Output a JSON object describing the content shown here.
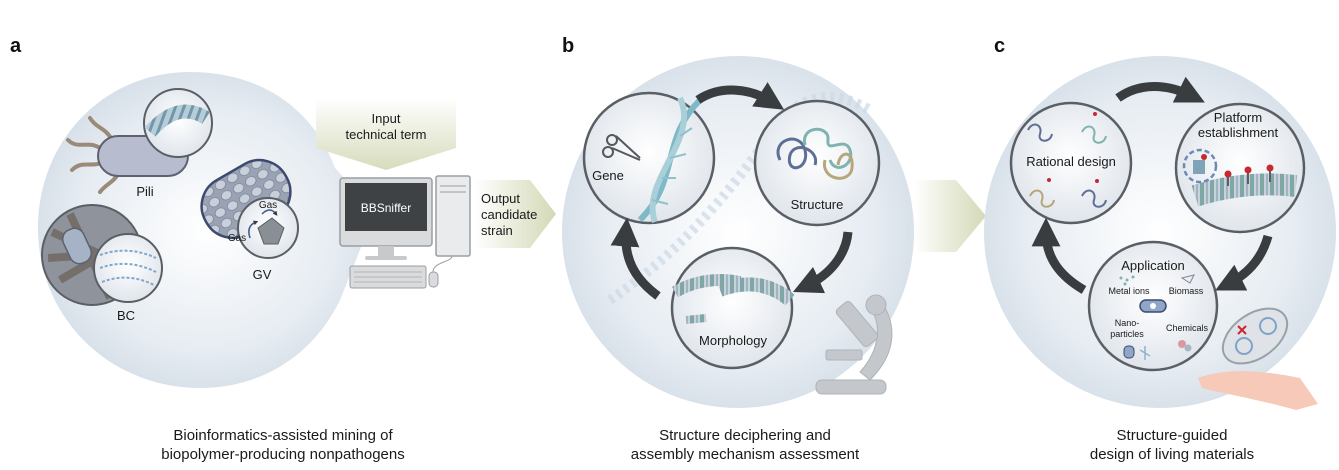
{
  "panels": {
    "a": {
      "letter": "a",
      "caption_line1": "Bioinformatics-assisted mining of",
      "caption_line2": "biopolymer-producing nonpathogens",
      "pili": "Pili",
      "bc": "BC",
      "gv": "GV",
      "gas_top": "Gas",
      "gas_bottom": "Gas",
      "input_line1": "Input",
      "input_line2": "technical term",
      "software": "BBSniffer",
      "output_line1": "Output",
      "output_line2": "candidate",
      "output_line3": "strain"
    },
    "b": {
      "letter": "b",
      "caption_line1": "Structure deciphering and",
      "caption_line2": "assembly mechanism assessment",
      "gene": "Gene",
      "structure": "Structure",
      "morphology": "Morphology"
    },
    "c": {
      "letter": "c",
      "caption_line1": "Structure-guided",
      "caption_line2": "design of living materials",
      "rational_design": "Rational design",
      "platform_line1": "Platform",
      "platform_line2": "establishment",
      "application": "Application",
      "metal_ions": "Metal ions",
      "biomass": "Biomass",
      "nano_line1": "Nano-",
      "nano_line2": "particles",
      "chemicals": "Chemicals"
    }
  },
  "colors": {
    "bubble": "#dfe6ee",
    "circle_fill": "#eef2f6",
    "circle_stroke": "#5a5f66",
    "arrow": "#3a3d40",
    "funnel": "#dfe3c8",
    "fiber_blue": "#8fb4c9",
    "fiber_teal": "#7fb3b0",
    "fiber_gray": "#9aa0a8",
    "red_dot": "#c8282e"
  }
}
